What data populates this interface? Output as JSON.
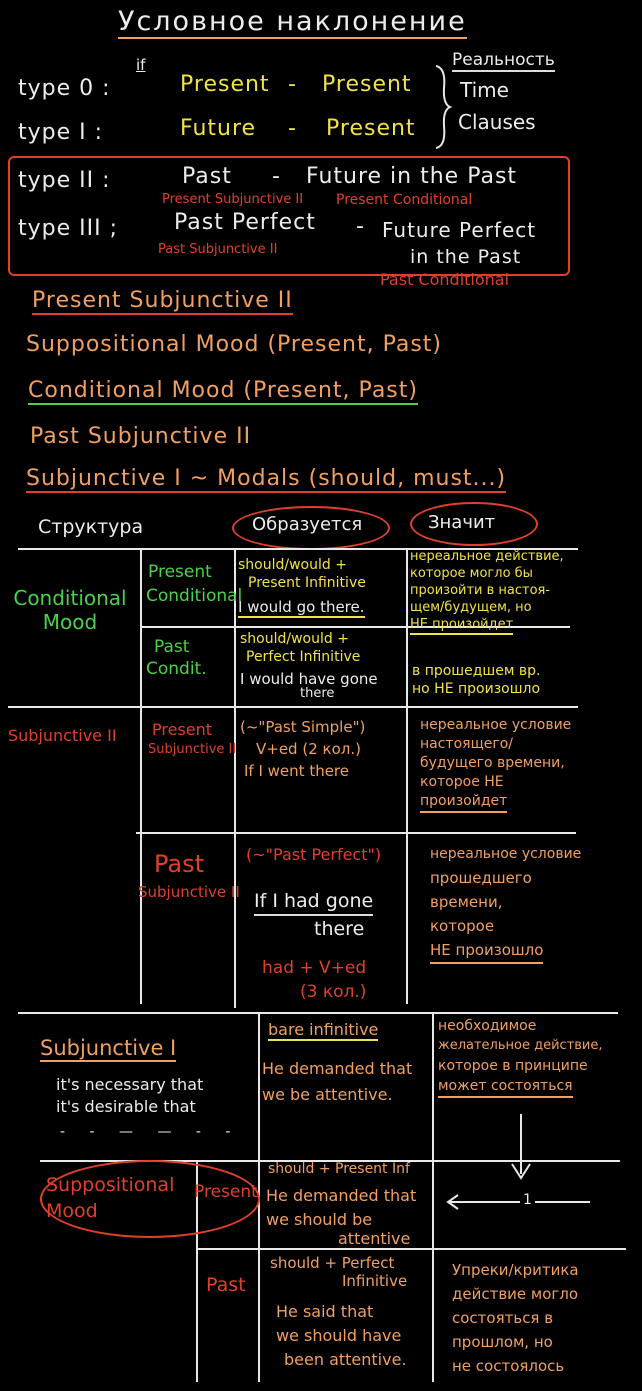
{
  "title": "Условное наклонение",
  "types": {
    "if_label": "if",
    "reality_label": "Реальность",
    "time_clauses": [
      "Time",
      "Clauses"
    ],
    "type0": {
      "label": "type 0 :",
      "left": "Present",
      "dash": "-",
      "right": "Present"
    },
    "type1": {
      "label": "type I :",
      "left": "Future",
      "dash": "-",
      "right": "Present"
    },
    "type2": {
      "label": "type II :",
      "left": "Past",
      "dash": "-",
      "right": "Future in the Past",
      "note_left": "Present Subjunctive II",
      "note_right": "Present Conditional"
    },
    "type3": {
      "label": "type III ;",
      "left": "Past Perfect",
      "dash": "-",
      "right_line1": "Future Perfect",
      "right_line2": "in the Past",
      "note_left": "Past Subjunctive II",
      "note_right": "Past Conditional"
    }
  },
  "moods": [
    "Present Subjunctive II",
    "Suppositional Mood (Present, Past)",
    "Conditional Mood (Present, Past)",
    "Past Subjunctive II",
    "Subjunctive I ~ Modals (should, must...)"
  ],
  "table": {
    "headers": [
      "Структура",
      "Образуется",
      "Значит"
    ],
    "conditional": {
      "label": "Conditional Mood",
      "present": {
        "name": [
          "Present",
          "Conditional"
        ],
        "form": [
          "should/would +",
          "Present Infinitive"
        ],
        "example": "I would go there.",
        "meaning": [
          "нереальное действие,",
          "которое могло бы",
          "произойти в настоя-",
          "щем/будущем, но",
          "НЕ произойдет"
        ]
      },
      "past": {
        "name": [
          "Past",
          "Condit."
        ],
        "form": [
          "should/would +",
          "Perfect Infinitive"
        ],
        "example": [
          "I would have gone",
          "there"
        ],
        "meaning": [
          "в прошедшем вр.",
          "но НЕ произошло"
        ]
      }
    },
    "subjunctive2": {
      "label": "Subjunctive II",
      "present": {
        "name": [
          "Present",
          "Subjunctive II"
        ],
        "form": [
          "(~\"Past Simple\")",
          "V+ed (2 кол.)"
        ],
        "example": "If I went there",
        "meaning": [
          "нереальное условие",
          "настоящего/",
          "будущего времени,",
          "которое НЕ",
          "произойдет"
        ]
      },
      "past": {
        "name": [
          "Past",
          "Subjunctive II"
        ],
        "form": [
          "(~\"Past Perfect\")"
        ],
        "example": [
          "If I had gone",
          "there"
        ],
        "form2": [
          "had + V+ed",
          "(3 кол.)"
        ],
        "meaning": [
          "нереальное условие",
          "прошедшего",
          "времени,",
          "которое",
          "НЕ произошло"
        ]
      }
    },
    "subjunctive1": {
      "label": "Subjunctive I",
      "phrases": [
        "it's necessary that",
        "it's desirable that"
      ],
      "form": "bare infinitive",
      "example": [
        "He demanded that",
        "we be attentive."
      ],
      "meaning": [
        "необходимое",
        "желательное действие,",
        "которое в принципе",
        "может состояться"
      ]
    },
    "suppositional": {
      "label": "Suppositional Mood",
      "present": {
        "name": "Present",
        "form": "should + Present Inf",
        "example": [
          "He demanded that",
          "we should be",
          "attentive"
        ],
        "arrow": "1"
      },
      "past": {
        "name": "Past",
        "form": [
          "should + Perfect",
          "Infinitive"
        ],
        "example": [
          "He said that",
          "we should have",
          "been attentive."
        ],
        "meaning": [
          "Упреки/критика",
          "действие могло",
          "состояться в",
          "прошлом, но",
          "не состоялось"
        ]
      }
    }
  }
}
